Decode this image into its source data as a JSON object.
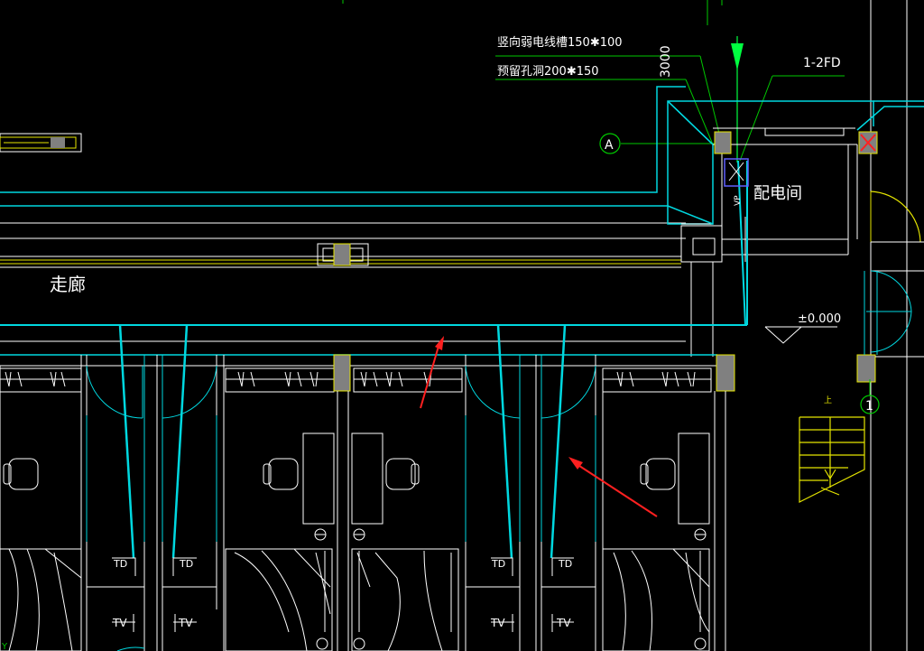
{
  "drawing": {
    "annotations": {
      "tray_spec": "竖向弱电线槽150✱100",
      "hole_spec": "预留孔洞200✱150",
      "dimension_vertical": "3000",
      "panel_tag": "1-2FD",
      "axis_a": "A",
      "axis_1": "1",
      "elevation": "±0.000",
      "stair_up": "上",
      "vp_tag": "VP"
    },
    "rooms": {
      "corridor": "走廊",
      "distribution_room": "配电间"
    },
    "outlet_labels": {
      "td": "TD",
      "tv": "TV"
    },
    "colors": {
      "background": "#000000",
      "wall": "#00d8e0",
      "outline": "#ffffff",
      "tray": "#e6e600",
      "column": "#808080",
      "leader": "#00c800",
      "arrow_red": "#ff2020",
      "arrow_green": "#00ff40"
    }
  }
}
